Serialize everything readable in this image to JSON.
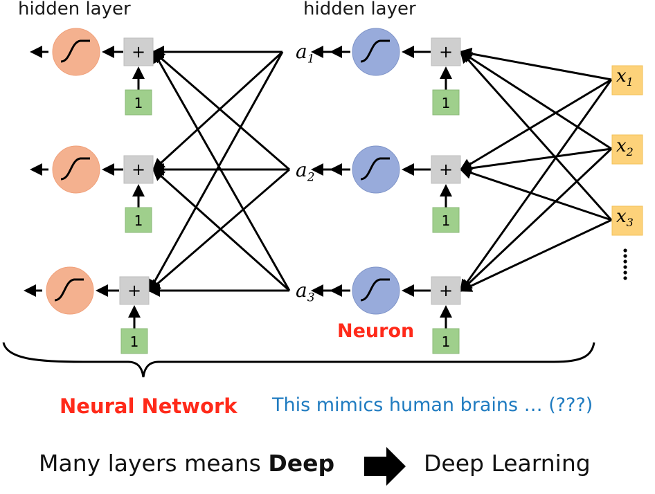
{
  "titles": {
    "left_layer": "hidden layer",
    "right_layer": "hidden layer"
  },
  "nodes": {
    "activations": [
      "a",
      "a",
      "a"
    ],
    "activation_subscripts": [
      "1",
      "2",
      "3"
    ],
    "inputs": [
      "x",
      "x",
      "x"
    ],
    "input_subscripts": [
      "1",
      "2",
      "3"
    ],
    "plus_symbol": "+",
    "bias_value": "1",
    "more_inputs": "⋮"
  },
  "labels": {
    "neuron": "Neuron",
    "neural_network": "Neural Network",
    "mimics": "This mimics human brains … (???)"
  },
  "bottom": {
    "prefix": "Many layers means ",
    "bold": "Deep",
    "suffix": "Deep Learning"
  },
  "colors": {
    "left_neuron": "#f4b18f",
    "right_neuron": "#98abdb",
    "plus_box": "#cfcfcf",
    "bias_box": "#9fcf8c",
    "input_box": "#fdd27a",
    "neuron_label": "#ff2a1a",
    "mimics_label": "#1f7bc0"
  }
}
